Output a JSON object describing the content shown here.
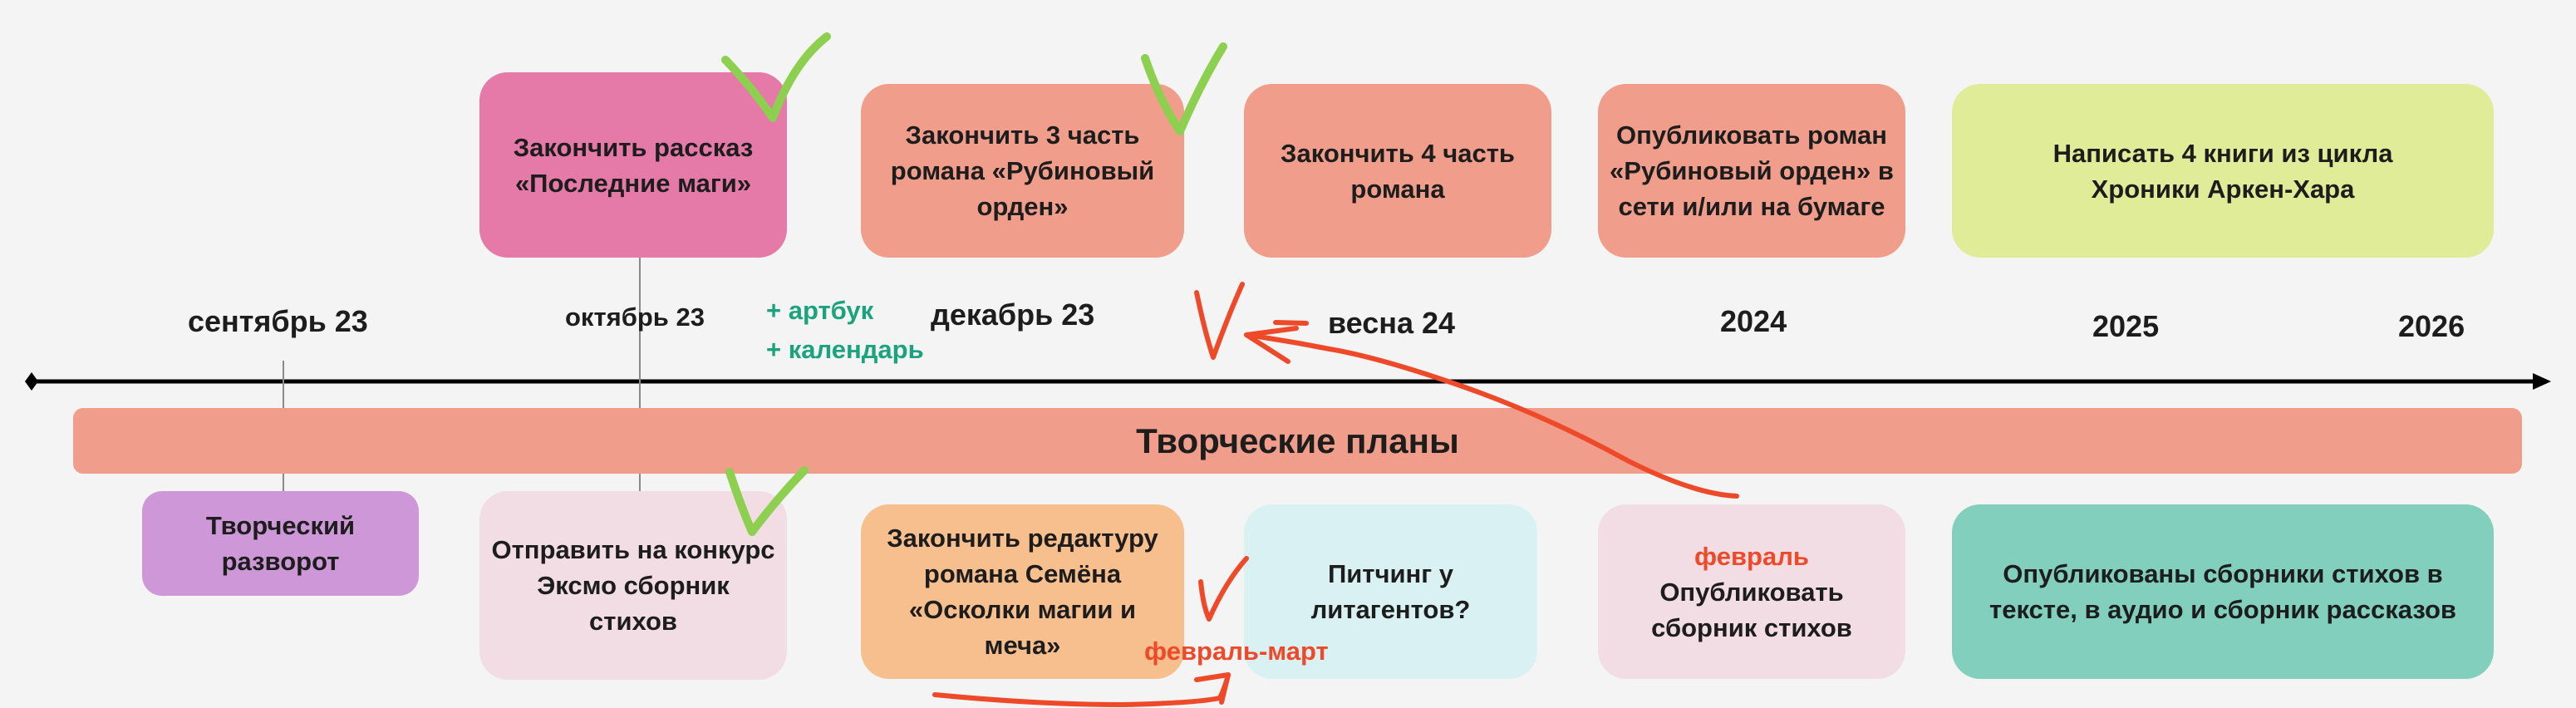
{
  "band_title": "Творческие планы",
  "timeline_labels": [
    "сентябрь 23",
    "октябрь 23",
    "декабрь 23",
    "весна 24",
    "2024",
    "2025",
    "2026"
  ],
  "extras": {
    "artbook": "+ артбук",
    "calendar": "+ календарь"
  },
  "top_cards": [
    {
      "text": "Закончить рассказ «Последние маги»",
      "color": "#e57aa9"
    },
    {
      "text": "Закончить 3 часть романа «Рубиновый орден»",
      "color": "#f09e8b"
    },
    {
      "text": "Закончить 4 часть романа",
      "color": "#f09e8b"
    },
    {
      "text": "Опубликовать роман «Рубиновый орден» в сети и/или на бумаге",
      "color": "#f09e8b"
    },
    {
      "text": "Написать 4 книги из цикла Хроники Аркен-Хара",
      "color": "#e0ec97"
    }
  ],
  "bottom_cards": [
    {
      "text": "Творческий разворот",
      "color": "#cd97d8"
    },
    {
      "text": "Отправить на конкурс Эксмо сборник стихов",
      "color": "#f2dde5"
    },
    {
      "text": "Закончить редактуру романа Семёна «Осколки магии и меча»",
      "color": "#f8bf8e"
    },
    {
      "text": "Питчинг у литагентов?",
      "color": "#d9f1f2"
    },
    {
      "note": "февраль",
      "text": "Опубликовать сборник стихов",
      "color": "#f2dde5"
    },
    {
      "text": "Опубликованы сборники стихов в тексте, в аудио и сборник рассказов",
      "color": "#82cfbd"
    }
  ],
  "annotations": {
    "feb_march": "февраль-март"
  },
  "colors": {
    "band": "#f09e8b",
    "green_text": "#1aa37e",
    "red_ink": "#ee4a2a",
    "green_check": "#8dcf4f"
  }
}
